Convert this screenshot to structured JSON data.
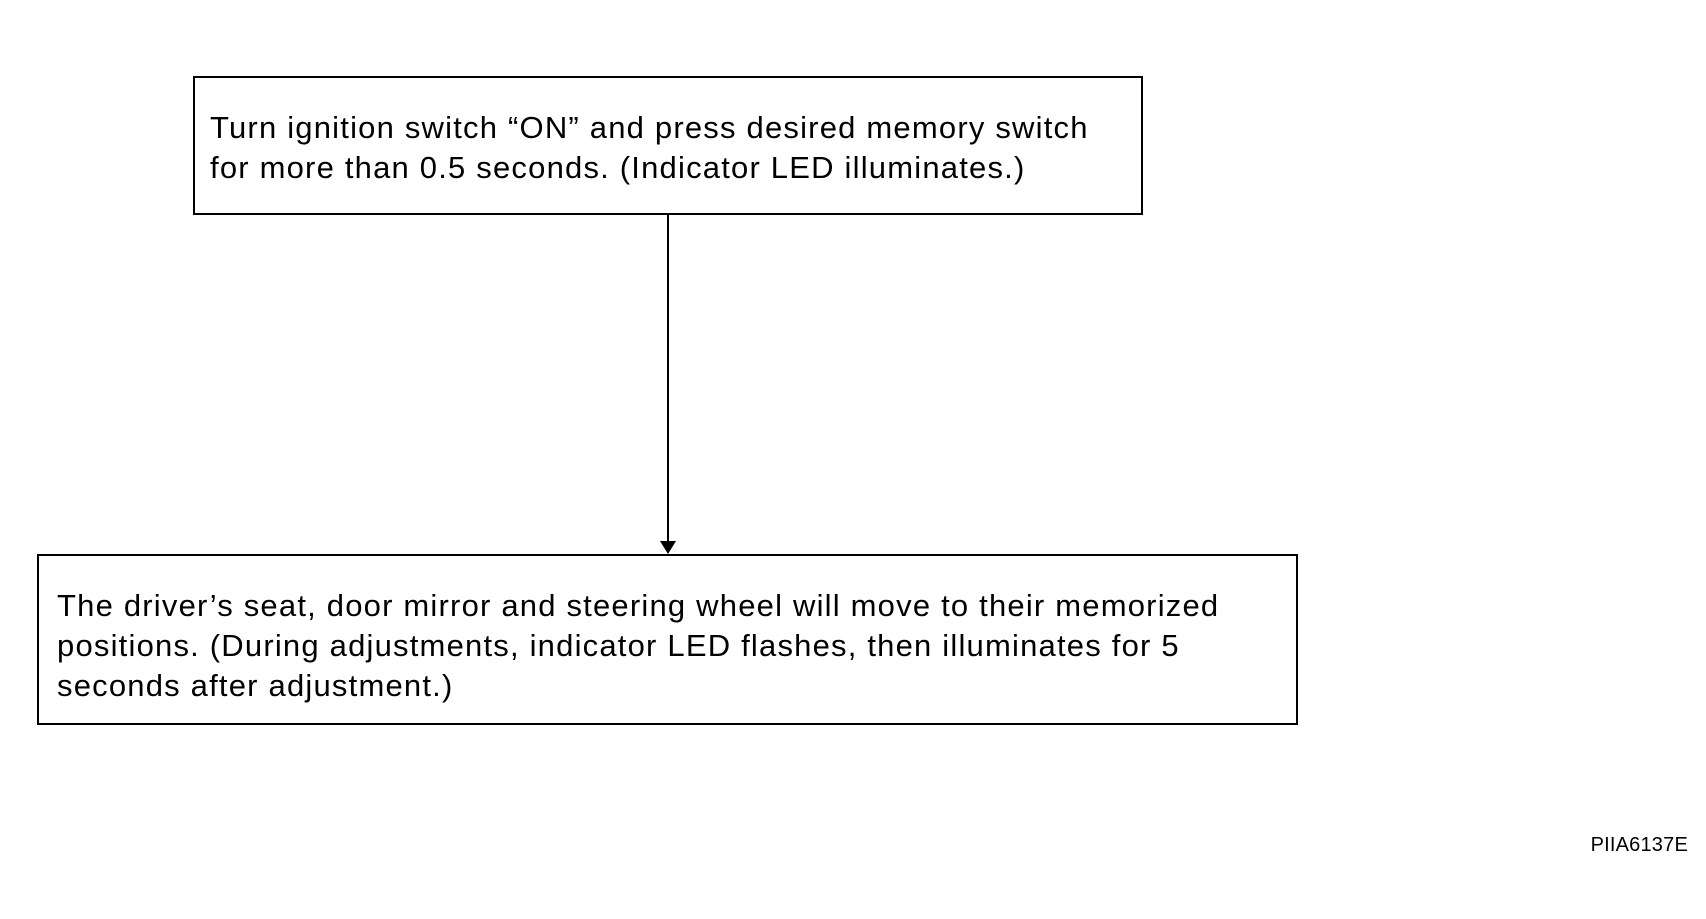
{
  "flow": {
    "step1": {
      "lines": [
        "Turn ignition switch “ON” and press desired memory switch",
        "for more than 0.5 seconds. (Indicator LED illuminates.)"
      ]
    },
    "step2": {
      "lines": [
        "The driver’s seat, door mirror and steering wheel will move to their memorized",
        "positions. (During adjustments, indicator LED flashes, then illuminates for 5",
        "seconds after adjustment.)"
      ]
    }
  },
  "figure_code": "PIIA6137E",
  "colors": {
    "line": "#000000",
    "background": "#ffffff"
  }
}
